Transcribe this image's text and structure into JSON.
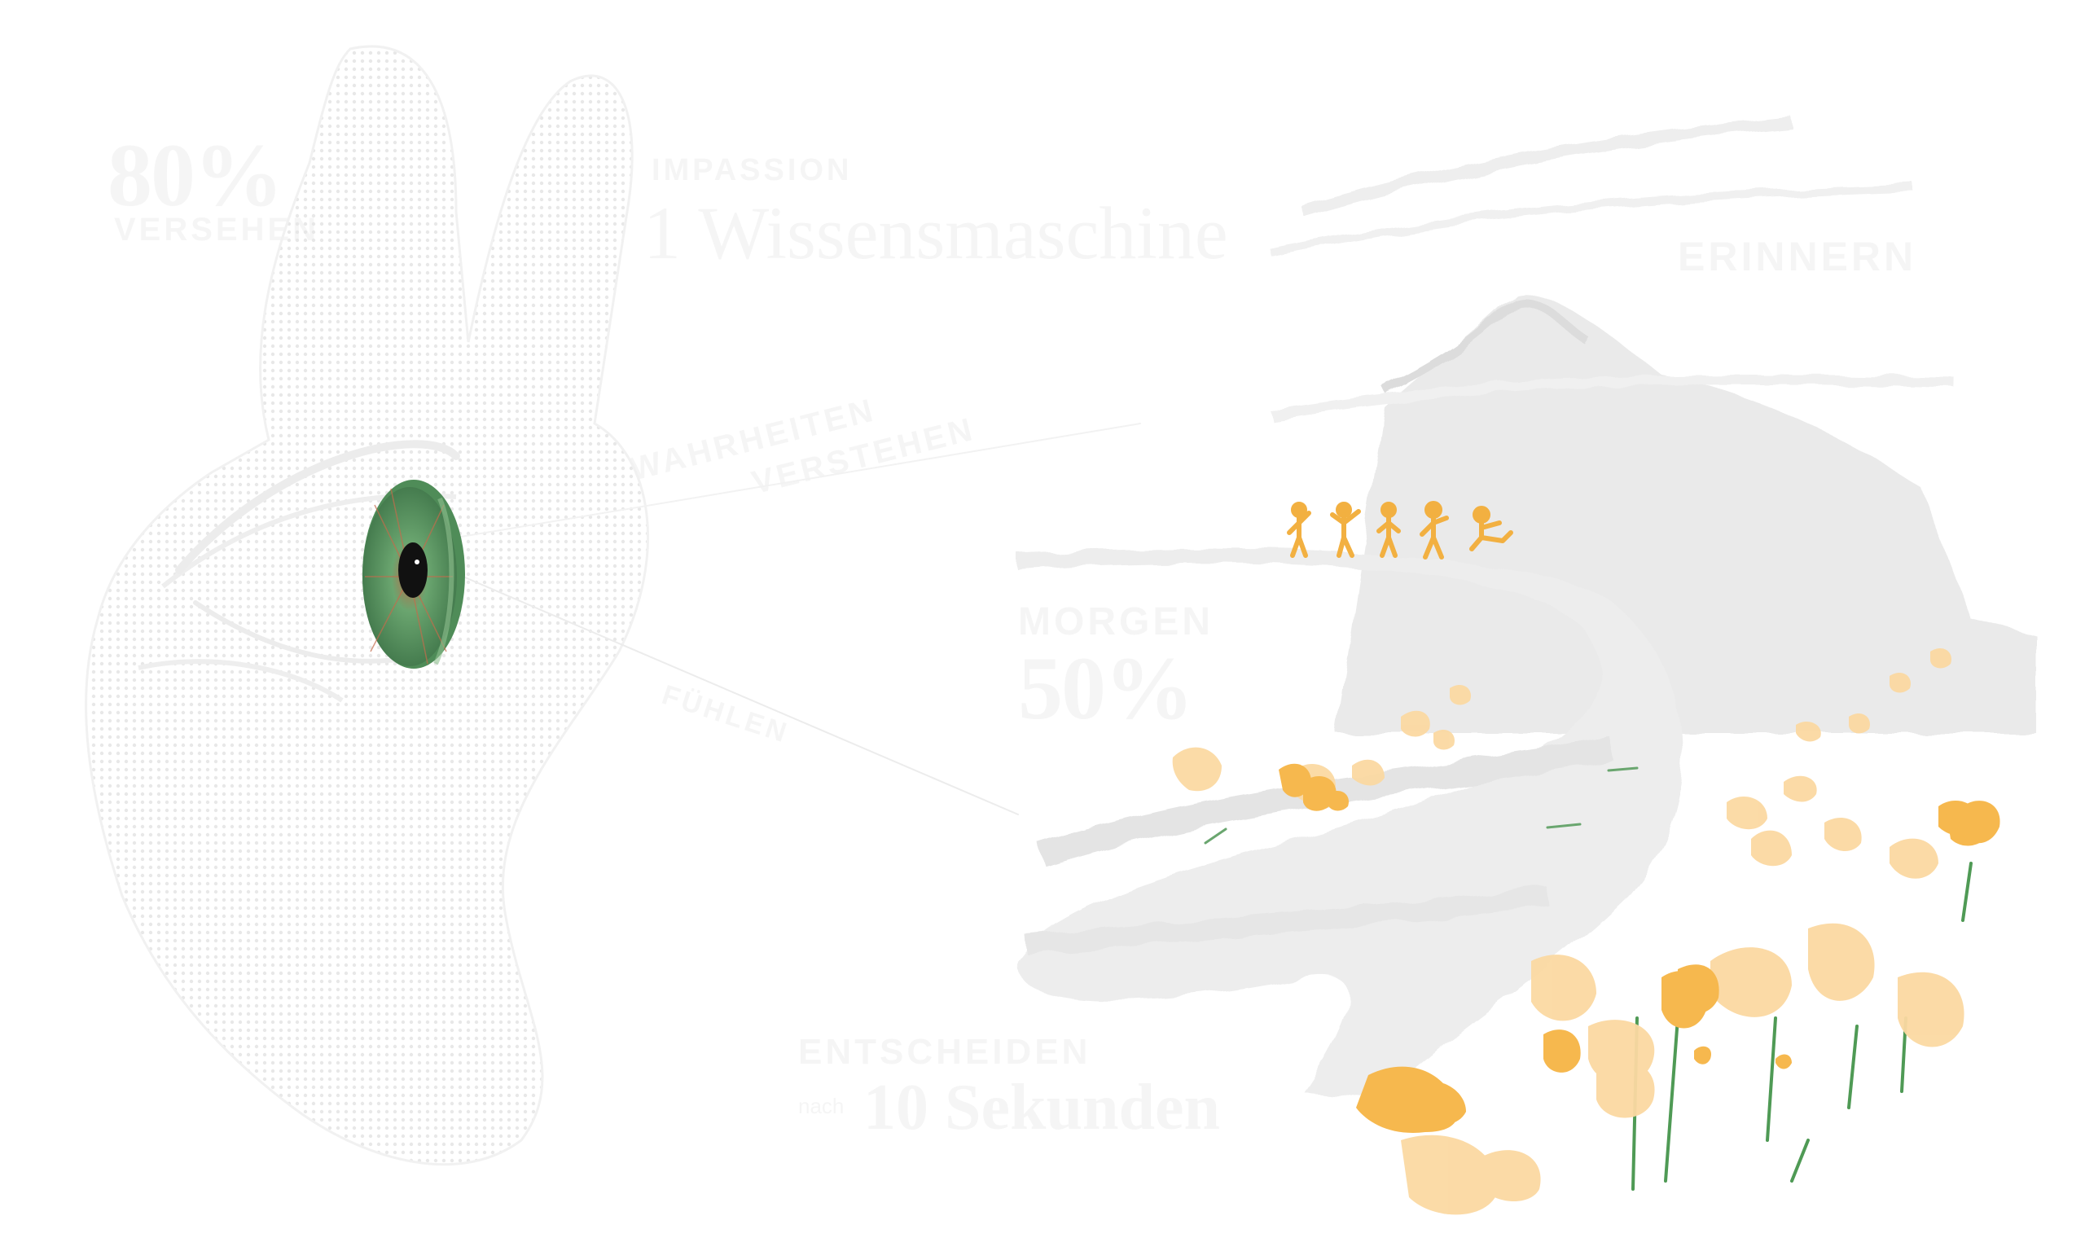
{
  "colors": {
    "background": "#ffffff",
    "iris_green": "#5c9a63",
    "iris_dark": "#3f7549",
    "pupil": "#111111",
    "figures": "#f2b041",
    "poppy_orange": "#f6b84e",
    "poppy_light": "#fbd9a2",
    "stem_green": "#4f9a55",
    "mountain_grey": "#e6e6e6",
    "path_grey": "#ececec"
  },
  "illustration": {
    "hand_icon": "hand-outline",
    "eye_icon": "green-eye",
    "figures_icon": "group-of-people",
    "flowers_icon": "poppy-field"
  },
  "labels": {
    "stat_80": "80%",
    "stat_80_sub": "VERSEHEN",
    "stat_80_note": "",
    "word_1": "IMPASSION",
    "word_1_big": "1 Wissensmaschine",
    "word_1_note": "",
    "top_right": "ERINNERN",
    "top_right_note": "",
    "diagonal_1": "WAHRHEITEN",
    "diagonal_2": "VERSTEHEN",
    "diagonal_3": "FÜHLEN",
    "mid_head": "MORGEN",
    "mid_stat": "50%",
    "mid_note": "",
    "bottom_head": "ENTSCHEIDEN",
    "bottom_prefix": "nach",
    "bottom_big": "10 Sekunden",
    "bottom_note": ""
  }
}
